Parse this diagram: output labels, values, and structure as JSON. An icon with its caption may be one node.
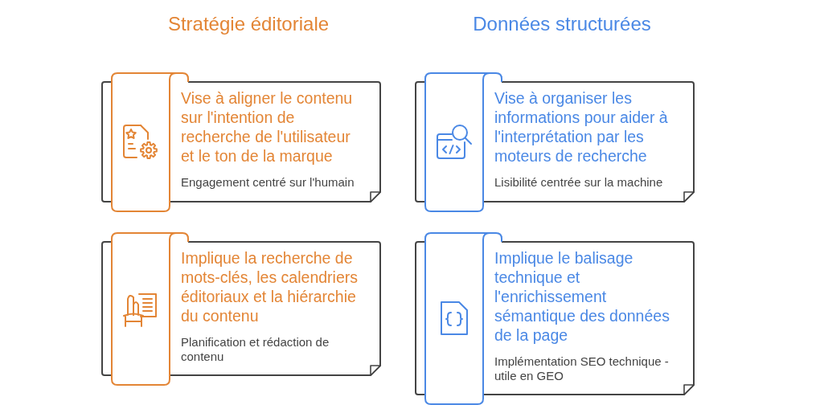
{
  "diagram": {
    "nodes": [
      {
        "text": [
          "Vise à aligner le contenu sur l'intention de recherche de l'utilisateur et le ton de la marque",
          "Engagement centré sur l'humain"
        ]
      },
      {
        "text": [
          "Vise à organiser les informations pour aider à l'interprétation par les moteurs de recherche",
          "Lisibilité centrée sur la machine"
        ]
      },
      {
        "text": [
          "Implique la recherche de mots-clés, les calendriers éditoriaux et la hiérarchie du contenu",
          "Planification et rédaction de contenu"
        ]
      },
      {
        "text": [
          "Implique le balisage technique et l'enrichissement sémantique des données de la page",
          "Implémentation SEO technique - utile en GEO"
        ]
      }
    ],
    "labels": [
      "Stratégie éditoriale",
      "Données structurées"
    ]
  }
}
